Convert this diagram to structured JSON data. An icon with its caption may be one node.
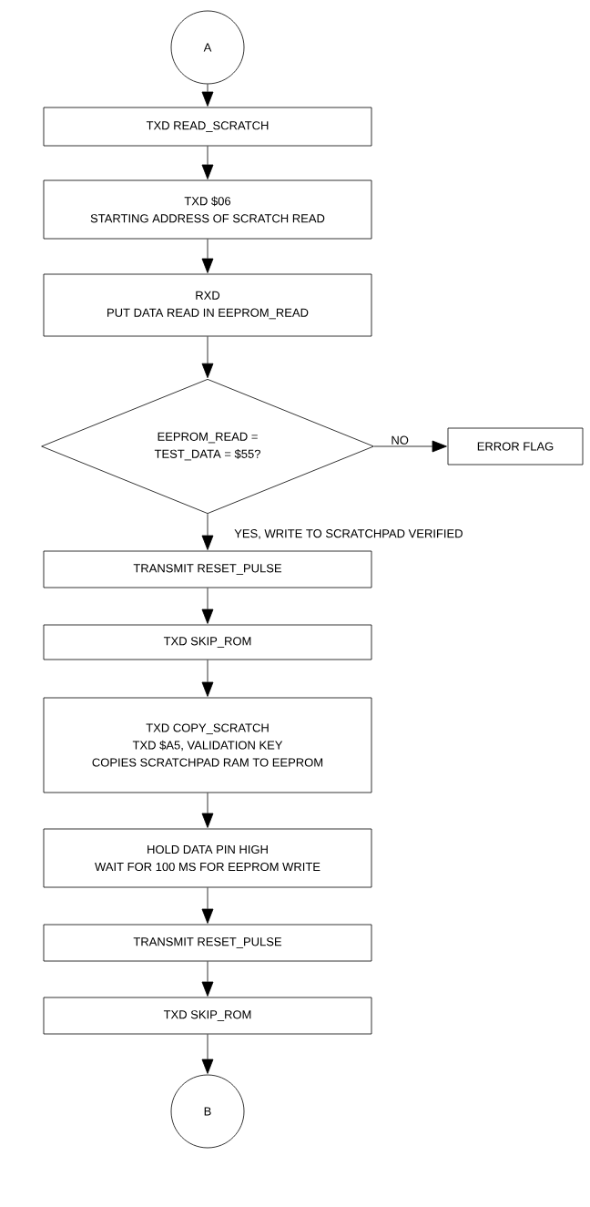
{
  "diagram": {
    "nodes": [
      {
        "text": [
          "A"
        ]
      },
      {
        "text": [
          "TXD READ_SCRATCH"
        ]
      },
      {
        "text": [
          "TXD $06",
          "STARTING ADDRESS OF SCRATCH READ"
        ]
      },
      {
        "text": [
          "RXD",
          "PUT DATA READ IN EEPROM_READ"
        ]
      },
      {
        "text": [
          "EEPROM_READ =",
          "TEST_DATA = $55?"
        ]
      },
      {
        "text": [
          "ERROR FLAG"
        ]
      },
      {
        "text": [
          "TRANSMIT RESET_PULSE"
        ]
      },
      {
        "text": [
          "TXD SKIP_ROM"
        ]
      },
      {
        "text": [
          "TXD COPY_SCRATCH",
          "TXD $A5, VALIDATION KEY",
          "COPIES SCRATCHPAD RAM TO EEPROM"
        ]
      },
      {
        "text": [
          "HOLD DATA PIN HIGH",
          "WAIT FOR 100 MS FOR EEPROM WRITE"
        ]
      },
      {
        "text": [
          "TRANSMIT RESET_PULSE"
        ]
      },
      {
        "text": [
          "TXD SKIP_ROM"
        ]
      },
      {
        "text": [
          "B"
        ]
      }
    ],
    "edges": [
      {
        "from": 0,
        "to": 1,
        "arrow": "to"
      },
      {
        "from": 1,
        "to": 2,
        "arrow": "to"
      },
      {
        "from": 2,
        "to": 3,
        "arrow": "to"
      },
      {
        "from": 3,
        "to": 4,
        "arrow": "to"
      },
      {
        "from": 4,
        "to": 5,
        "arrow": "to",
        "label": "NO"
      },
      {
        "from": 4,
        "to": 6,
        "arrow": "to",
        "label": "YES, WRITE TO SCRATCHPAD VERIFIED"
      },
      {
        "from": 6,
        "to": 7,
        "arrow": "to"
      },
      {
        "from": 7,
        "to": 8,
        "arrow": "to"
      },
      {
        "from": 8,
        "to": 9,
        "arrow": "to"
      },
      {
        "from": 9,
        "to": 10,
        "arrow": "to"
      },
      {
        "from": 10,
        "to": 11,
        "arrow": "to"
      },
      {
        "from": 11,
        "to": 12,
        "arrow": "to"
      }
    ]
  }
}
